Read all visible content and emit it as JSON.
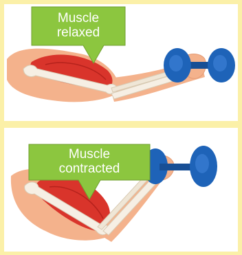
{
  "diagrams": [
    {
      "state": "relaxed",
      "label_line1": "Muscle",
      "label_line2": "relaxed"
    },
    {
      "state": "contracted",
      "label_line1": "Muscle",
      "label_line2": "contracted"
    }
  ],
  "colors": {
    "background": "#fbf0a8",
    "callout_green": "#8cc63f",
    "callout_border": "#6f9e2f",
    "skin": "#f4b28c",
    "skin_dark": "#e39a74",
    "muscle": "#d9342b",
    "muscle_dark": "#b5221c",
    "bone": "#f6efe4",
    "dumbbell": "#1e63b8"
  }
}
